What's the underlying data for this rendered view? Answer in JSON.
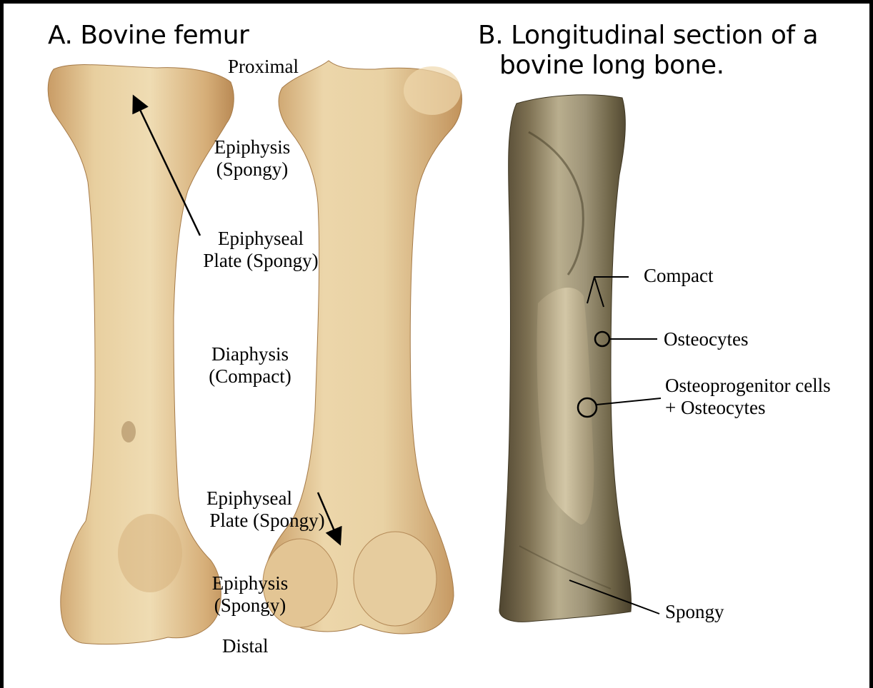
{
  "panel_a": {
    "title": "A. Bovine femur",
    "labels": {
      "proximal": "Proximal",
      "epiphysis_top_1": "Epiphysis",
      "epiphysis_top_2": "(Spongy)",
      "plate_top_1": "Epiphyseal",
      "plate_top_2": "Plate (Spongy)",
      "diaphysis_1": "Diaphysis",
      "diaphysis_2": "(Compact)",
      "plate_bottom_1": "Epiphyseal",
      "plate_bottom_2": "Plate (Spongy)",
      "epiphysis_bottom_1": "Epiphysis",
      "epiphysis_bottom_2": "(Spongy)",
      "distal": "Distal"
    }
  },
  "panel_b": {
    "title_line1": "B. Longitudinal section of a",
    "title_line2": "bovine long bone.",
    "labels": {
      "compact": "Compact",
      "osteocytes": "Osteocytes",
      "osteoprogenitor_1": "Osteoprogenitor cells",
      "osteoprogenitor_2": "+ Osteocytes",
      "spongy": "Spongy"
    }
  },
  "colors": {
    "frame_border": "#000000",
    "bone_light": "#eedab0",
    "bone_mid": "#d9b27c",
    "bone_shadow": "#b98a55",
    "section_dark": "#5e5339",
    "section_light": "#d9d3bd",
    "annotation": "#000000"
  }
}
